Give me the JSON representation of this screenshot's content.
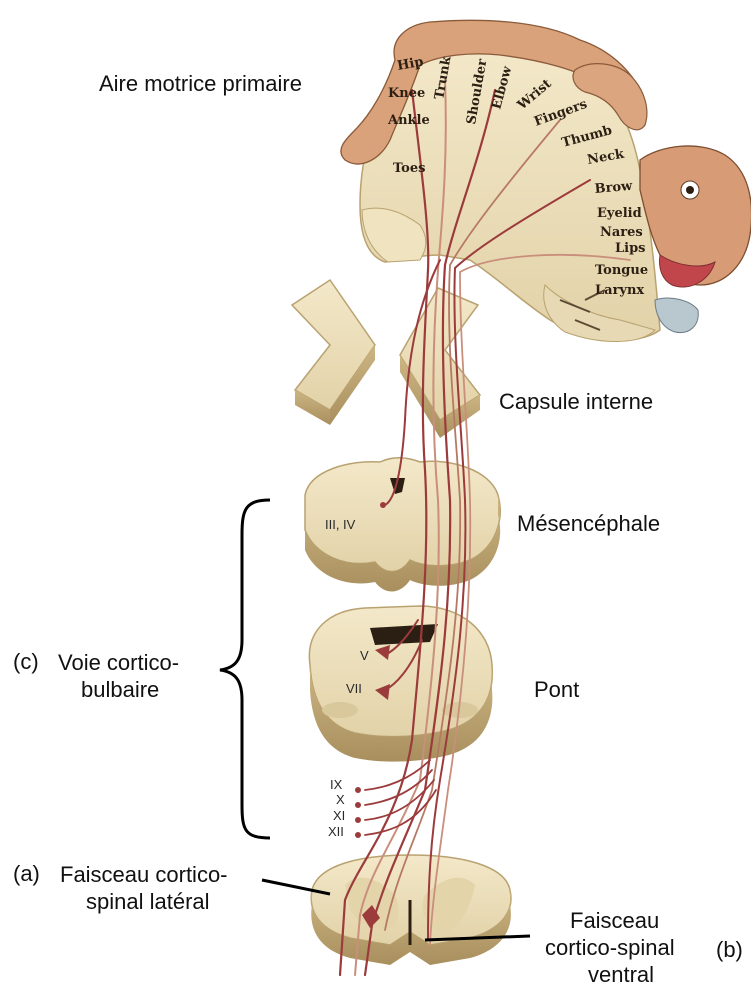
{
  "labels": {
    "motor_cortex": "Aire motrice primaire",
    "internal_capsule": "Capsule interne",
    "midbrain": "Mésencéphale",
    "pons": "Pont",
    "corticobulbar_letter": "(c)",
    "corticobulbar_line1": "Voie cortico-",
    "corticobulbar_line2": "bulbaire",
    "lateral_letter": "(a)",
    "lateral_line1": "Faisceau cortico-",
    "lateral_line2": "spinal latéral",
    "ventral_line1": "Faisceau",
    "ventral_line2": "cortico-spinal",
    "ventral_line3": "ventral",
    "ventral_letter": "(b)"
  },
  "homunculus": [
    "Hip",
    "Trunk",
    "Shoulder",
    "Elbow",
    "Wrist",
    "Knee",
    "Ankle",
    "Fingers",
    "Thumb",
    "Toes",
    "Neck",
    "Brow",
    "Eyelid",
    "Nares",
    "Lips",
    "Tongue",
    "Larynx"
  ],
  "nuclei": {
    "midbrain": "III, IV",
    "pons_upper": "V",
    "pons_lower": "VII",
    "medulla": [
      "IX",
      "X",
      "XI",
      "XII"
    ]
  },
  "colors": {
    "tissue": "#efe3c2",
    "tissue_edge": "#c9b68a",
    "tract": "#9c3b3c",
    "tract_light": "#c98f7c",
    "skin": "#d9a27a"
  }
}
